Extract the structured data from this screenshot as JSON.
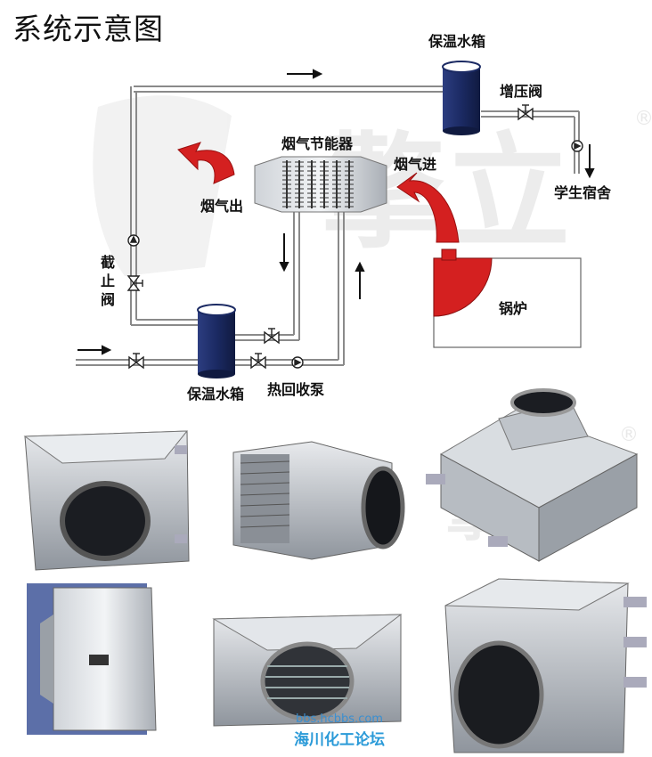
{
  "diagram": {
    "title": "系统示意图",
    "labels": {
      "tank_top": "保温水箱",
      "booster_valve": "增压阀",
      "dormitory": "学生宿舍",
      "economizer": "烟气节能器",
      "flue_out": "烟气出",
      "flue_in": "烟气进",
      "stop_valve": "截止阀",
      "boiler": "锅炉",
      "tank_bottom": "保温水箱",
      "recovery_pump": "热回收泵"
    },
    "watermark": {
      "brand": "擎立",
      "mark": "®"
    }
  },
  "overlay": {
    "url": "bbs.hcbbs.com",
    "forum": "海川化工论坛"
  },
  "colors": {
    "tank": "#1e2e6a",
    "arrow": "#d42020",
    "pipe": "#888888"
  }
}
